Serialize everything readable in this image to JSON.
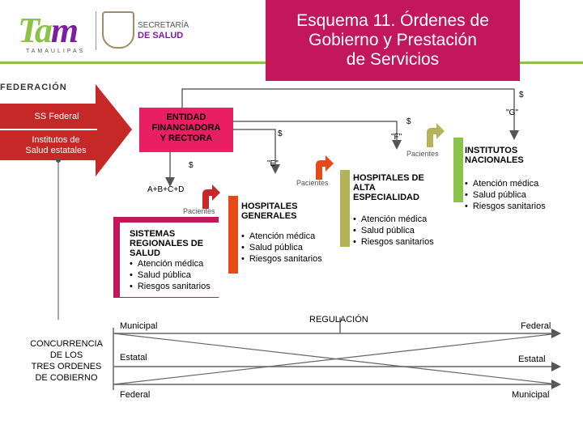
{
  "header": {
    "title": "Esquema 11. Órdenes de\nGobierno y  Prestación\nde Servicios",
    "logo_text_a": "Ta",
    "logo_text_b": "m",
    "logo_sub": "TAMAULIPAS",
    "secretaria_line1": "SECRETARÍA",
    "secretaria_line2": "DE SALUD",
    "federacion": "FEDERACIÓN"
  },
  "left_arrow": {
    "ss_federal": "SS Federal",
    "institutos_estatales": "Institutos de\nSalud estatales"
  },
  "entidad": "ENTIDAD\nFINANCIADORA\nY RECTORA",
  "flows": {
    "dollar": "$",
    "g": "\"G\"",
    "f": "\"F\"",
    "e": "\"E\"",
    "abcd": "A+B+C+D",
    "pacientes": "Pacientes"
  },
  "sistemas": {
    "title": "SISTEMAS\nREGIONALES DE\nSALUD",
    "items": [
      "Atención médica",
      "Salud pública",
      "Riesgos sanitarios"
    ]
  },
  "hospitales_generales": {
    "title": "HOSPITALES\nGENERALES",
    "items": [
      "Atención médica",
      "Salud pública",
      "Riesgos sanitarios"
    ]
  },
  "hospitales_alta": {
    "title": "HOSPITALES DE\nALTA\nESPECIALIDAD",
    "items": [
      "Atención médica",
      "Salud pública",
      "Riesgos sanitarios"
    ]
  },
  "institutos_nacionales": {
    "title": "INSTITUTOS\nNACIONALES",
    "items": [
      "Atención médica",
      "Salud pública",
      "Riesgos sanitarios"
    ]
  },
  "bottom": {
    "regulacion": "REGULACIÓN",
    "municipal_left": "Municipal",
    "estatal_left": "Estatal",
    "federal_left": "Federal",
    "federal_right": "Federal",
    "estatal_right": "Estatal",
    "municipal_right": "Municipal",
    "concurrencia": "CONCURRENCIA\nDE LOS\nTRES ORDENES\nDE COBIERNO"
  },
  "colors": {
    "magenta": "#c2185b",
    "pink": "#e91e63",
    "red_arrow": "#c62828",
    "orange": "#e64a19",
    "olive": "#b5b35a",
    "green": "#8bc34a",
    "grey_line": "#666666"
  }
}
